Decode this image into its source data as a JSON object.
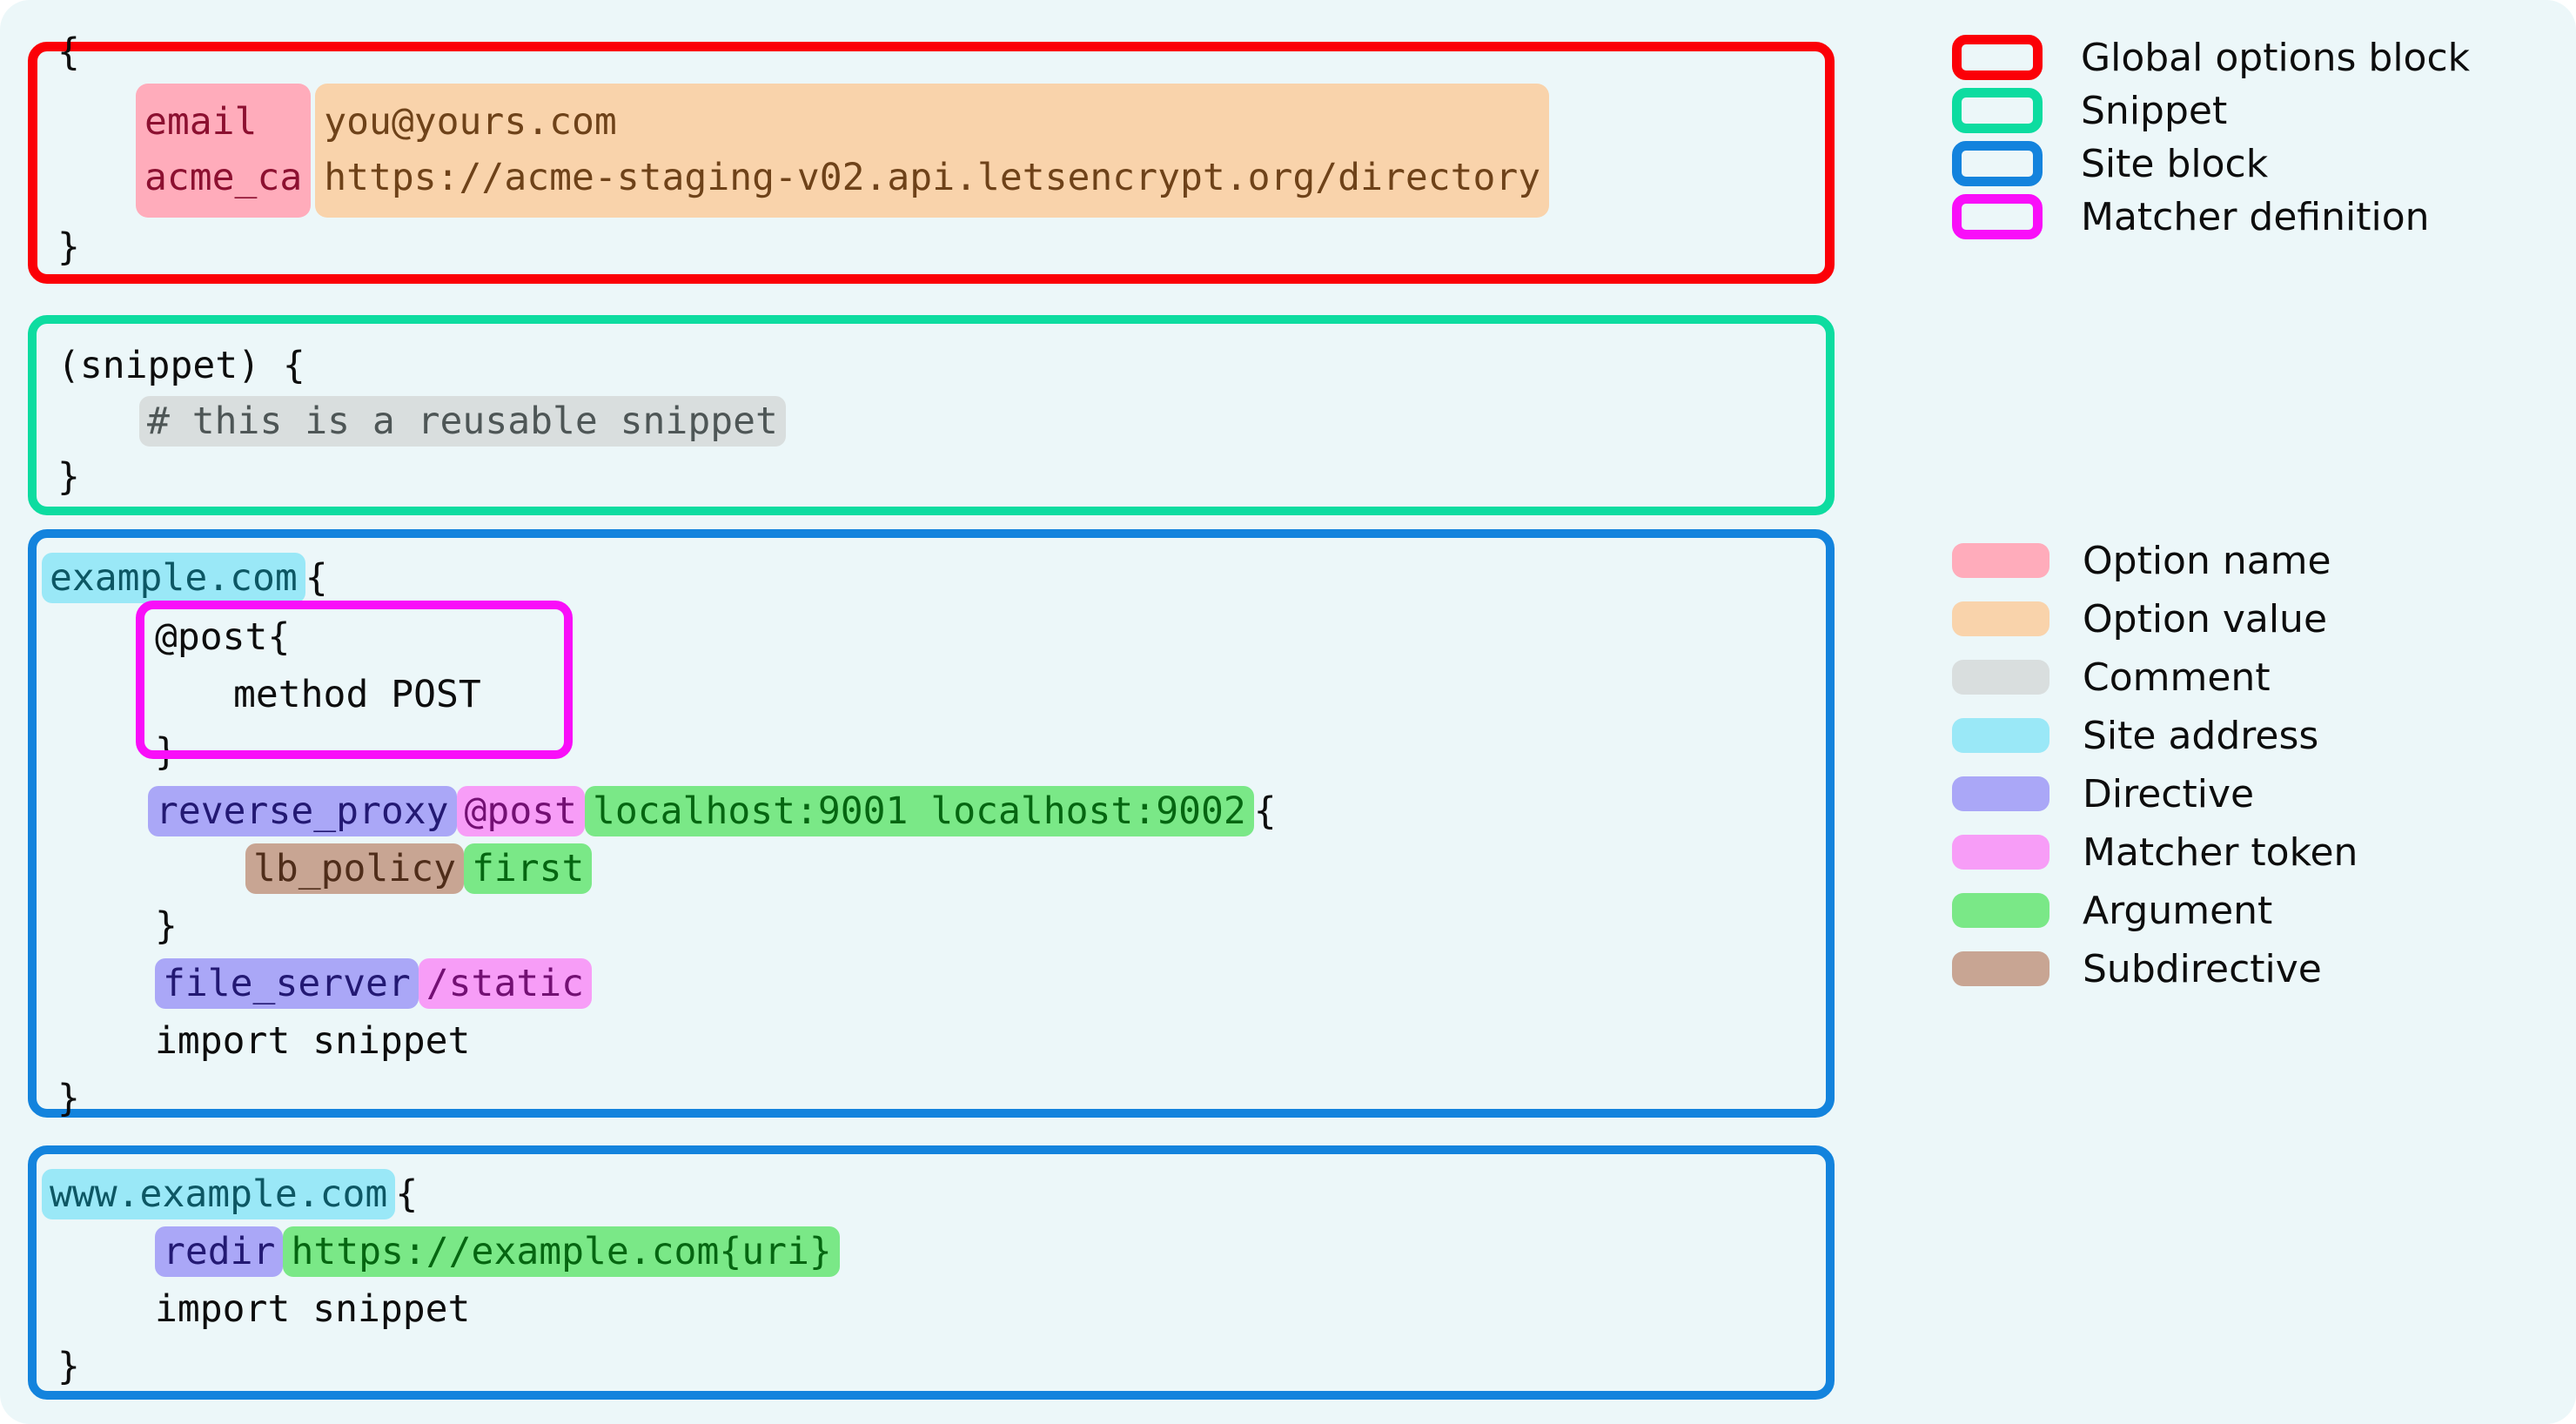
{
  "theme": {
    "page_bg": "#ecf7f9",
    "outline_colors": {
      "global_options_block": "#fb0007",
      "snippet": "#0ddca0",
      "site_block": "#1383dd",
      "matcher_definition": "#f90ef9"
    },
    "token_colors": {
      "option_name": "#ffacbb",
      "option_value": "#f9d3ab",
      "comment": "#d9dede",
      "site_address": "#9ae8f7",
      "directive": "#aaa7f7",
      "matcher_token": "#f79df7",
      "argument": "#7ae887",
      "subdirective": "#c8a593"
    }
  },
  "code": {
    "global_options": {
      "open_brace": "{",
      "close_brace": "}",
      "option_names": "email\nacme_ca",
      "option_values": "you@yours.com\nhttps://acme-staging-v02.api.letsencrypt.org/directory"
    },
    "snippet": {
      "header": "(snippet) {",
      "comment": "# this is a reusable snippet",
      "close_brace": "}"
    },
    "site_block_1": {
      "site_address": "example.com",
      "header_brace": "{",
      "matcher_name": "@post",
      "matcher_open_brace": "{",
      "matcher_body": "method POST",
      "matcher_close_brace": "}",
      "directive": "reverse_proxy",
      "matcher_token": "@post",
      "arguments": "localhost:9001 localhost:9002",
      "directive_open_brace": "{",
      "subdirective": "lb_policy",
      "subdirective_argument": "first",
      "directive_close_brace": "}",
      "directive2": "file_server",
      "directive2_matcher": "/static",
      "import_line": "import snippet",
      "close_brace": "}"
    },
    "site_block_2": {
      "site_address": "www.example.com",
      "header_brace": "{",
      "directive": "redir",
      "argument": "https://example.com{uri}",
      "import_line": "import snippet",
      "close_brace": "}"
    }
  },
  "legend": {
    "outlines": [
      {
        "label": "Global options block",
        "color": "#fb0007"
      },
      {
        "label": "Snippet",
        "color": "#0ddca0"
      },
      {
        "label": "Site block",
        "color": "#1383dd"
      },
      {
        "label": "Matcher definition",
        "color": "#f90ef9"
      }
    ],
    "swatches": [
      {
        "label": "Option name",
        "color": "#ffacbb"
      },
      {
        "label": "Option value",
        "color": "#f9d3ab"
      },
      {
        "label": "Comment",
        "color": "#d9dede"
      },
      {
        "label": "Site address",
        "color": "#9ae8f7"
      },
      {
        "label": "Directive",
        "color": "#aaa7f7"
      },
      {
        "label": "Matcher token",
        "color": "#f79df7"
      },
      {
        "label": "Argument",
        "color": "#7ae887"
      },
      {
        "label": "Subdirective",
        "color": "#c8a593"
      }
    ]
  }
}
